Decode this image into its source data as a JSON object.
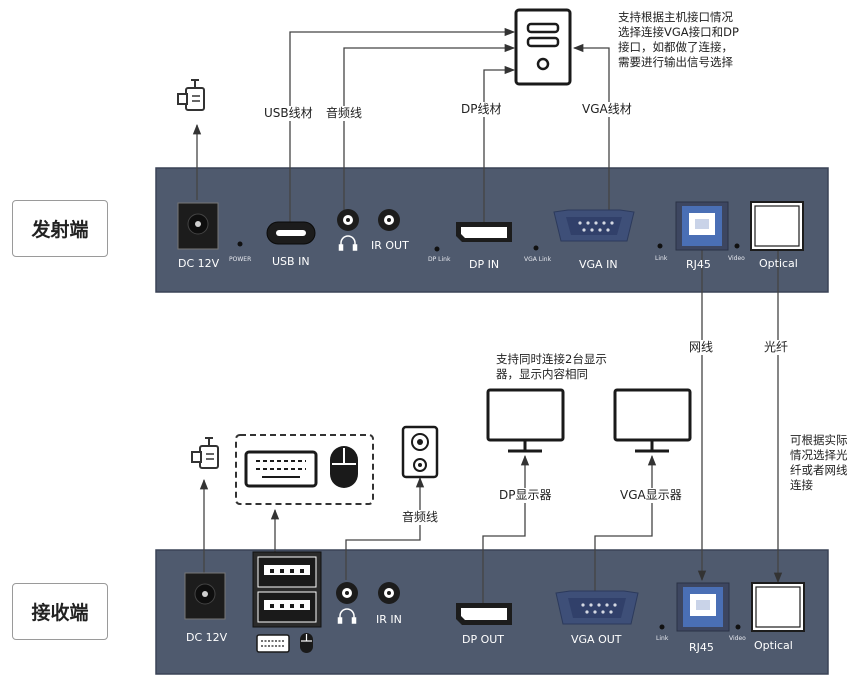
{
  "transmitter": {
    "label": "发射端",
    "ports": {
      "dc": "DC 12V",
      "power": "POWER",
      "usb": "USB IN",
      "ir": "IR OUT",
      "dp_link": "DP Link",
      "dp": "DP IN",
      "vga_link": "VGA Link",
      "vga": "VGA IN",
      "link": "Link",
      "rj45": "RJ45",
      "video": "Video",
      "optical": "Optical"
    }
  },
  "receiver": {
    "label": "接收端",
    "ports": {
      "dc": "DC 12V",
      "ir": "IR IN",
      "dp": "DP OUT",
      "vga": "VGA OUT",
      "link": "Link",
      "rj45": "RJ45",
      "video": "Video",
      "optical": "Optical"
    }
  },
  "cables": {
    "usb": "USB线材",
    "audio_tx": "音频线",
    "dp": "DP线材",
    "vga": "VGA线材",
    "network": "网线",
    "fiber": "光纤",
    "dp_display": "DP显示器",
    "vga_display": "VGA显示器",
    "audio_rx": "音频线"
  },
  "notes": {
    "host": [
      "支持根据主机接口情况",
      "选择连接VGA接口和DP",
      "接口，如都做了连接，",
      "需要进行输出信号选择"
    ],
    "displays": [
      "支持同时连接2台显示",
      "器，显示内容相同"
    ],
    "link": [
      "可根据实际",
      "情况选择光",
      "纤或者网线",
      "连接"
    ]
  },
  "icons": [
    "computer-host-icon",
    "power-adapter-icon",
    "keyboard-icon",
    "mouse-icon",
    "speaker-icon",
    "monitor-icon"
  ],
  "colors": {
    "panel": "#4f5a6e",
    "panel_stroke": "#3a4356",
    "port_dark": "#1c1c1c",
    "vga_blue": "#3e4f78",
    "rj45_blue": "#4a6fb5"
  }
}
